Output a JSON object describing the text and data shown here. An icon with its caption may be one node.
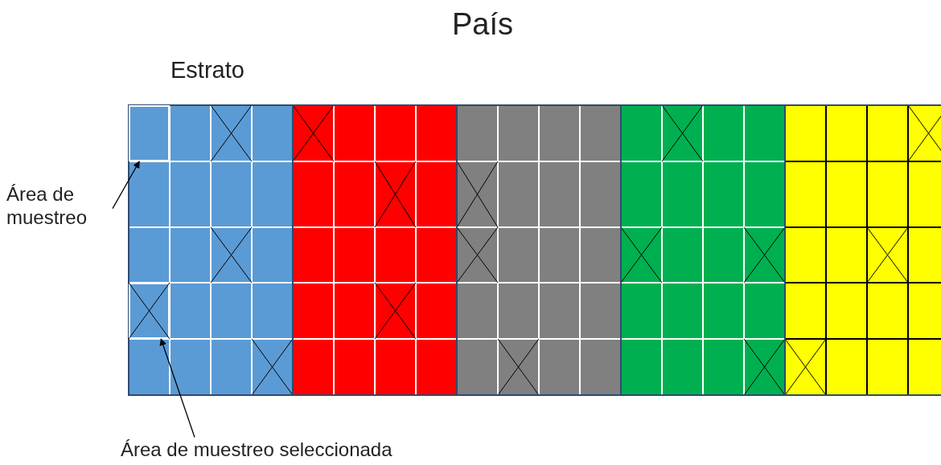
{
  "diagram": {
    "title": "País",
    "nodes": [
      {
        "text": [
          "Área de muestreo"
        ]
      },
      {
        "text": [],
        "shape": "box"
      },
      {
        "text": [
          "Área de muestreo seleccionada"
        ]
      },
      {
        "text": [],
        "shape": "box"
      }
    ],
    "edges": [
      {
        "from": 0,
        "to": 1,
        "arrow": "to"
      },
      {
        "from": 2,
        "to": 3,
        "arrow": "to"
      }
    ],
    "labels": [
      "Estrato"
    ]
  }
}
